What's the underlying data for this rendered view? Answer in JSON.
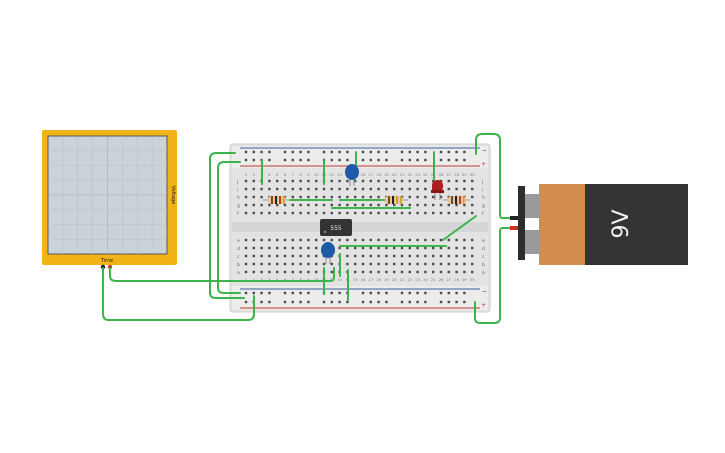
{
  "app": {
    "title": "Circuit Editor"
  },
  "oscilloscope": {
    "x_label": "Time",
    "y_label": "Voltage",
    "frame_color": "#f2b316",
    "screen_color": "#c9d3d8"
  },
  "breadboard": {
    "column_numbers": [
      "1",
      "2",
      "3",
      "4",
      "5",
      "6",
      "7",
      "8",
      "9",
      "10",
      "11",
      "12",
      "13",
      "14",
      "15",
      "16",
      "17",
      "18",
      "19",
      "20",
      "21",
      "22",
      "23",
      "24",
      "25",
      "26",
      "27",
      "28",
      "29",
      "30"
    ],
    "top_row_letters": [
      "j",
      "i",
      "h",
      "g",
      "f"
    ],
    "bottom_row_letters": [
      "e",
      "d",
      "c",
      "b",
      "a"
    ],
    "rail_plus": "+",
    "rail_minus": "−"
  },
  "chip": {
    "label": "555",
    "color": "#333333"
  },
  "battery": {
    "label": "9V",
    "body_color": "#333333",
    "cap_color": "#d48c4e"
  },
  "wire_color": "#3cb44b",
  "components": {
    "capacitor_color": "#1f5aa6",
    "led_color": "#b11d1d"
  }
}
